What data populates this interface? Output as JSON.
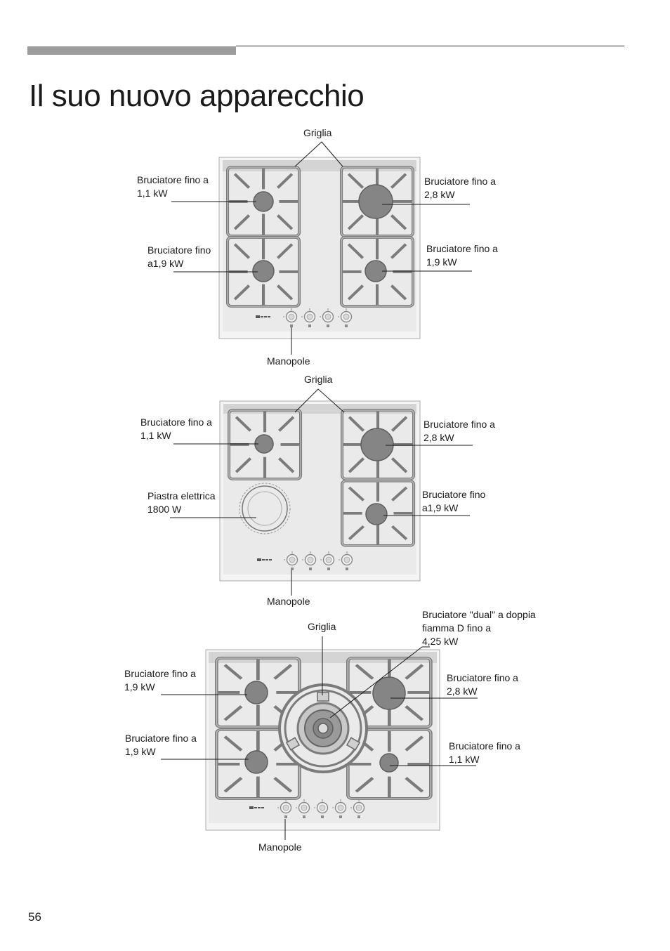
{
  "header": {
    "title": "Il suo nuovo apparecchio"
  },
  "page_number": "56",
  "diagrams": [
    {
      "labels": {
        "griglia": "Griglia",
        "left_top_1": "Bruciatore fino a",
        "left_top_2": "1,1 kW",
        "left_bottom_1": "Bruciatore fino",
        "left_bottom_2": "a1,9 kW",
        "right_top_1": "Bruciatore fino a",
        "right_top_2": "2,8 kW",
        "right_bottom_1": "Bruciatore fino a",
        "right_bottom_2": "1,9 kW",
        "manopole": "Manopole"
      }
    },
    {
      "labels": {
        "griglia": "Griglia",
        "left_top_1": "Bruciatore fino a",
        "left_top_2": "1,1 kW",
        "left_bottom_1": "Piastra elettrica",
        "left_bottom_2": "1800 W",
        "right_top_1": "Bruciatore fino a",
        "right_top_2": "2,8 kW",
        "right_bottom_1": "Bruciatore fino",
        "right_bottom_2": "a1,9 kW",
        "manopole": "Manopole"
      }
    },
    {
      "labels": {
        "griglia": "Griglia",
        "dual_1": "Bruciatore \"dual\" a doppia",
        "dual_2": "fiamma D fino a",
        "dual_3": "4,25 kW",
        "left_top_1": "Bruciatore fino a",
        "left_top_2": "1,9 kW",
        "left_bottom_1": "Bruciatore fino a",
        "left_bottom_2": "1,9 kW",
        "right_top_1": "Bruciatore fino a",
        "right_top_2": "2,8 kW",
        "right_bottom_1": "Bruciatore fino a",
        "right_bottom_2": "1,1 kW",
        "manopole": "Manopole"
      }
    }
  ]
}
